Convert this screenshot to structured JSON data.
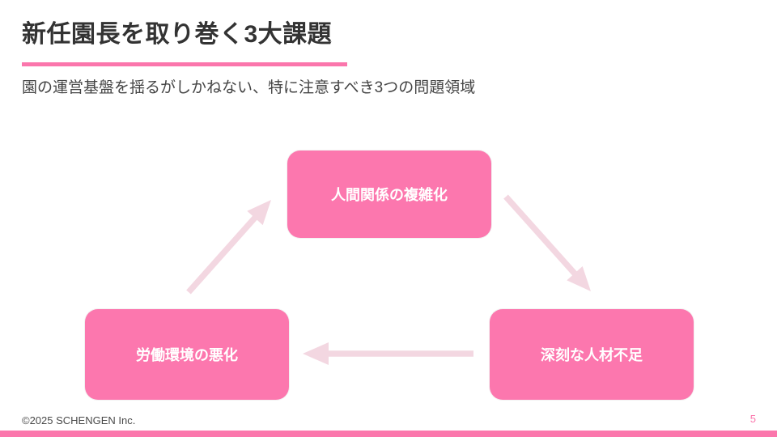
{
  "slide": {
    "title": "新任園長を取り巻く3大課題",
    "subtitle": "園の運営基盤を揺るがしかねない、特に注意すべき3つの問題領域"
  },
  "diagram": {
    "type": "cycle",
    "nodes": [
      {
        "id": "top",
        "label": "人間関係の複雑化"
      },
      {
        "id": "bottom-right",
        "label": "深刻な人材不足"
      },
      {
        "id": "bottom-left",
        "label": "労働環境の悪化"
      }
    ],
    "arrows": [
      {
        "from": "bottom-left",
        "to": "top"
      },
      {
        "from": "top",
        "to": "bottom-right"
      },
      {
        "from": "bottom-right",
        "to": "bottom-left"
      }
    ]
  },
  "footer": {
    "copyright": "©2025 SCHENGEN Inc.",
    "page_number": "5"
  },
  "colors": {
    "accent_pink": "#fb76ac",
    "box_pink": "#fc77ae",
    "arrow_pink": "#f3d7e1",
    "title_text": "#333333",
    "body_text": "#444444",
    "box_text": "#ffffff"
  }
}
